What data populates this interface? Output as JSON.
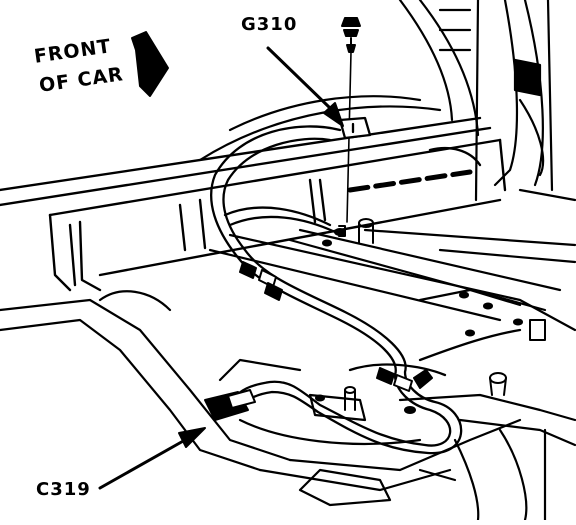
{
  "labels": {
    "front_line1": "FRONT",
    "front_line2": "OF CAR",
    "ground": "G310",
    "connector": "C319"
  },
  "colors": {
    "ink": "#000000",
    "paper": "#ffffff"
  },
  "icons": {
    "direction": "front-arrow-icon",
    "fastener": "ground-bolt-icon"
  }
}
